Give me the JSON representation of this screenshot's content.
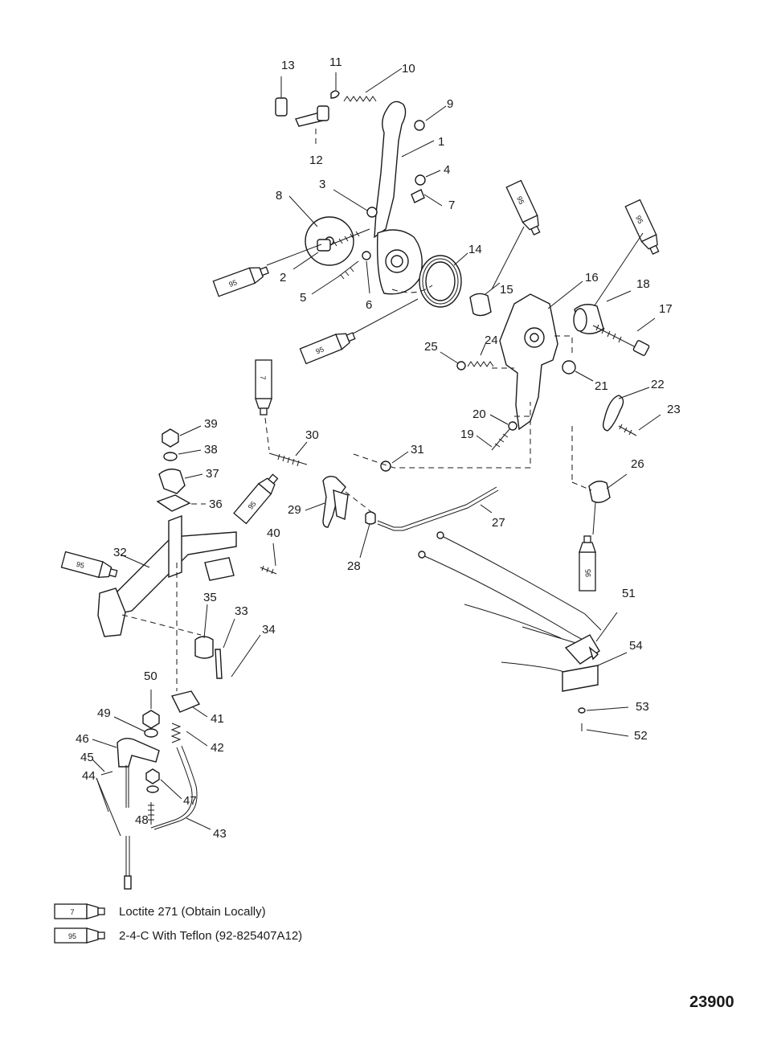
{
  "figure_number": "23900",
  "labels": {
    "l1": "1",
    "l2": "2",
    "l3": "3",
    "l4": "4",
    "l5": "5",
    "l6": "6",
    "l7": "7",
    "l8": "8",
    "l9": "9",
    "l10": "10",
    "l11": "11",
    "l12": "12",
    "l13": "13",
    "l14": "14",
    "l15": "15",
    "l16": "16",
    "l17": "17",
    "l18": "18",
    "l19": "19",
    "l20": "20",
    "l21": "21",
    "l22": "22",
    "l23": "23",
    "l24": "24",
    "l25": "25",
    "l26": "26",
    "l27": "27",
    "l28": "28",
    "l29": "29",
    "l30": "30",
    "l31": "31",
    "l32": "32",
    "l33": "33",
    "l34": "34",
    "l35": "35",
    "l36": "36",
    "l37": "37",
    "l38": "38",
    "l39": "39",
    "l40": "40",
    "l41": "41",
    "l42": "42",
    "l43": "43",
    "l44": "44",
    "l45": "45",
    "l46": "46",
    "l47": "47",
    "l48": "48",
    "l49": "49",
    "l50": "50",
    "l51": "51",
    "l52": "52",
    "l53": "53",
    "l54": "54"
  },
  "tubes": {
    "loctite_code": "7",
    "teflon_code": "95"
  },
  "legend": [
    {
      "code": "7",
      "text": "Loctite 271 (Obtain Locally)"
    },
    {
      "code": "95",
      "text": "2-4-C  With Teflon (92-825407A12)"
    }
  ]
}
